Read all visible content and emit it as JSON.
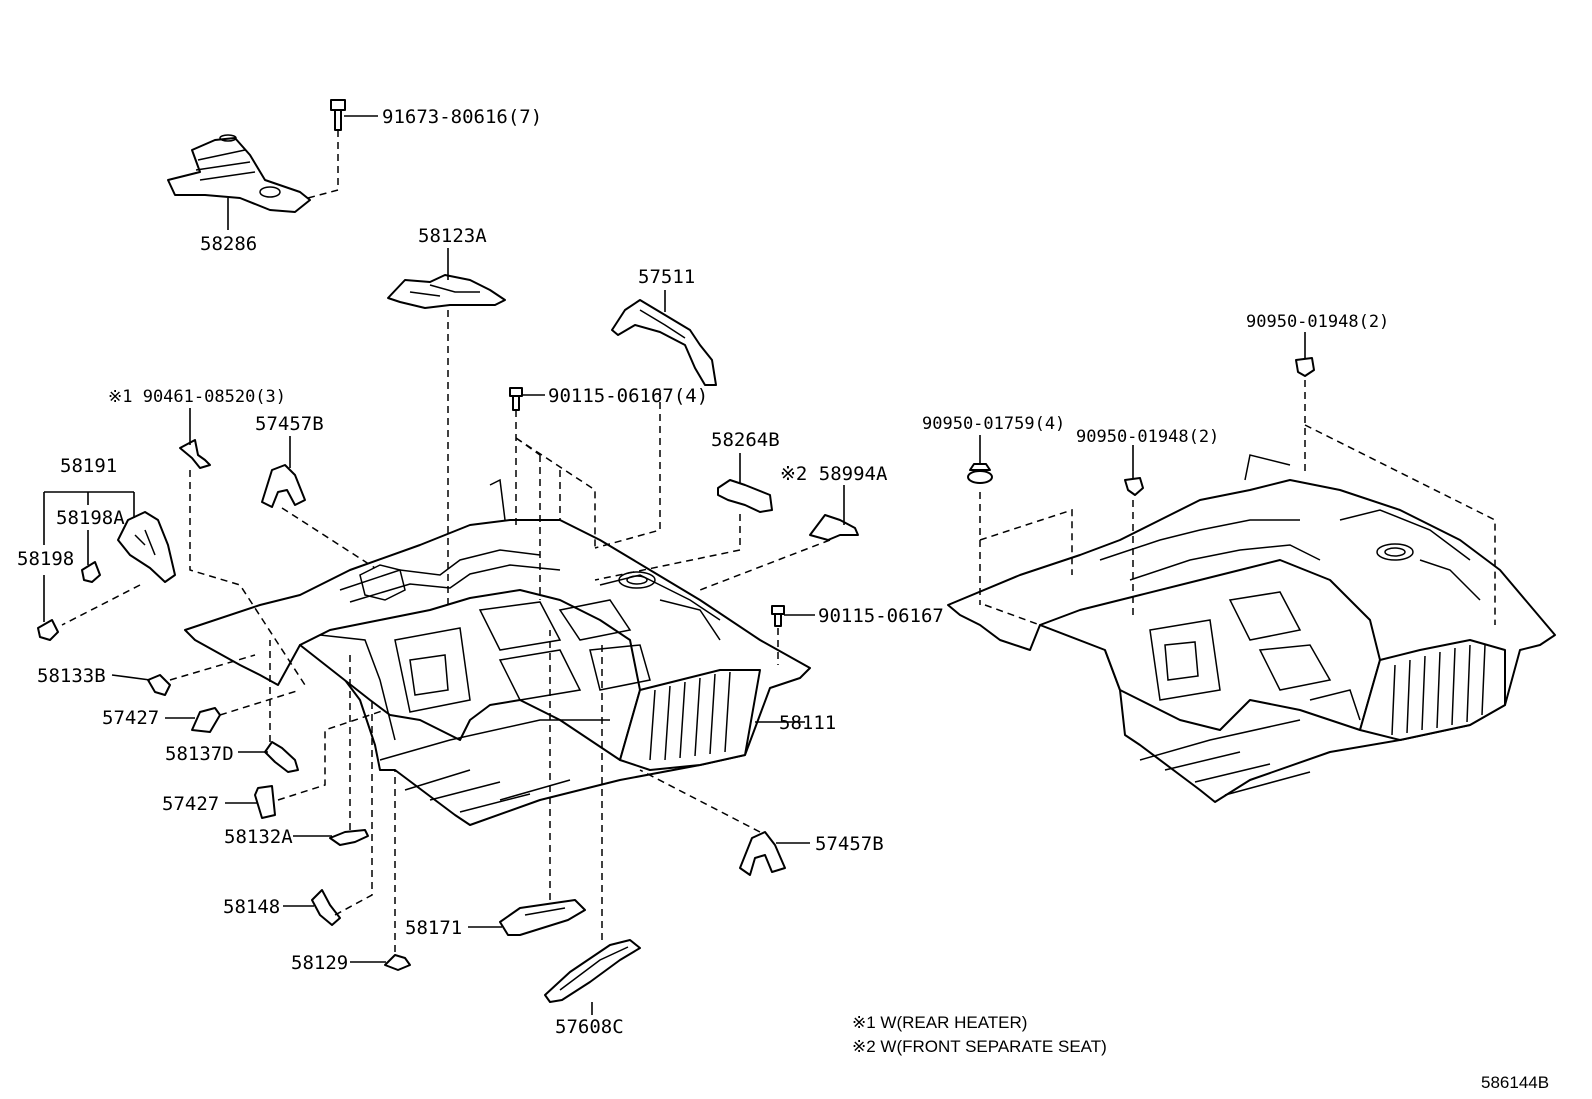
{
  "callouts": {
    "c_91673": "91673-80616(7)",
    "c_58286": "58286",
    "c_58123A": "58123A",
    "c_57511": "57511",
    "c_90115a": "90115-06167(4)",
    "c_90461": "※1 90461-08520(3)",
    "c_57457B_top": "57457B",
    "c_58264B": "58264B",
    "c_58994A": "※2 58994A",
    "c_58191": "58191",
    "c_58198A": "58198A",
    "c_58198": "58198",
    "c_90115b": "90115-06167",
    "c_58133B": "58133B",
    "c_57427a": "57427",
    "c_58111": "58111",
    "c_58137D": "58137D",
    "c_57427b": "57427",
    "c_58132A": "58132A",
    "c_57457B_bot": "57457B",
    "c_58148": "58148",
    "c_58171": "58171",
    "c_58129": "58129",
    "c_57608C": "57608C",
    "c_90950_01759": "90950-01759(4)",
    "c_90950_01948a": "90950-01948(2)",
    "c_90950_01948b": "90950-01948(2)"
  },
  "notes": {
    "n1": "※1 W(REAR HEATER)",
    "n2": "※2 W(FRONT SEPARATE SEAT)"
  },
  "figure_id": "586144B"
}
